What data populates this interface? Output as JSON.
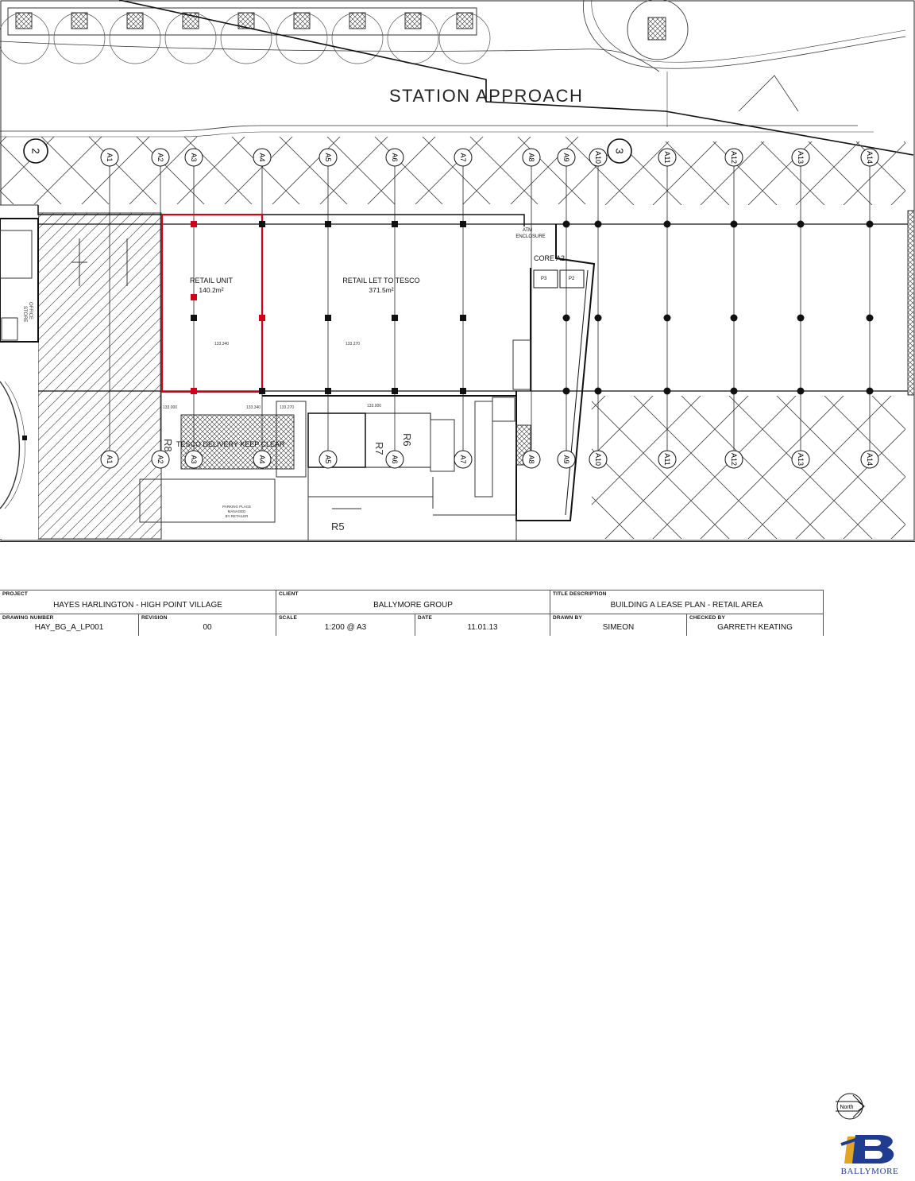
{
  "street": "STATION APPROACH",
  "gridLabels": {
    "top": [
      "2",
      "A1",
      "A2",
      "A3",
      "A4",
      "A5",
      "A6",
      "A7",
      "A8",
      "A9",
      "A10",
      "3",
      "A11",
      "A12",
      "A13",
      "A14"
    ],
    "bottom": [
      "A1",
      "A2",
      "A3",
      "A4",
      "A5",
      "A6",
      "A7",
      "A8",
      "A9",
      "A10",
      "A11",
      "A12",
      "A13",
      "A14"
    ],
    "r8": "R8"
  },
  "units": {
    "retail": {
      "name": "RETAIL UNIT",
      "area": "140.2m²"
    },
    "tesco": {
      "name": "RETAIL LET TO TESCO",
      "area": "371.5m²"
    }
  },
  "labels": {
    "atm": [
      "ATM",
      "ENCLOSURE"
    ],
    "core": "CORE A2",
    "p3": "P3",
    "p2": "P2",
    "r5": "R5",
    "r6": "R6",
    "r7": "R7",
    "office": [
      "OFFICE",
      "STORE"
    ],
    "delivery": "TESCO DELIVERY KEEP CLEAR",
    "parking": [
      "PARKING PLACE",
      "MANAGED",
      "BY RETAILER"
    ],
    "levels": [
      "133.340",
      "133.270",
      "133.000",
      "133.340",
      "133.270",
      "133.000"
    ]
  },
  "titleBlock": {
    "project_label": "PROJECT",
    "project": "HAYES HARLINGTON - HIGH POINT VILLAGE",
    "client_label": "CLIENT",
    "client": "BALLYMORE GROUP",
    "title_label": "TITLE DESCRIPTION",
    "title": "BUILDING A LEASE PLAN - RETAIL AREA",
    "drawing_label": "DRAWING NUMBER",
    "drawing": "HAY_BG_A_LP001",
    "revision_label": "REVISION",
    "revision": "00",
    "scale_label": "SCALE",
    "scale": "1:200 @ A3",
    "date_label": "DATE",
    "date": "11.01.13",
    "drawn_label": "DRAWN BY",
    "drawn": "SIMEON",
    "checked_label": "CHECKED BY",
    "checked": "GARRETH KEATING"
  },
  "north": "North",
  "logo": "BALLYMORE",
  "colors": {
    "lease": "#d0021b",
    "line": "#1a1a1a",
    "logoBlue": "#1f3c8f",
    "logoGold": "#e0a526"
  }
}
